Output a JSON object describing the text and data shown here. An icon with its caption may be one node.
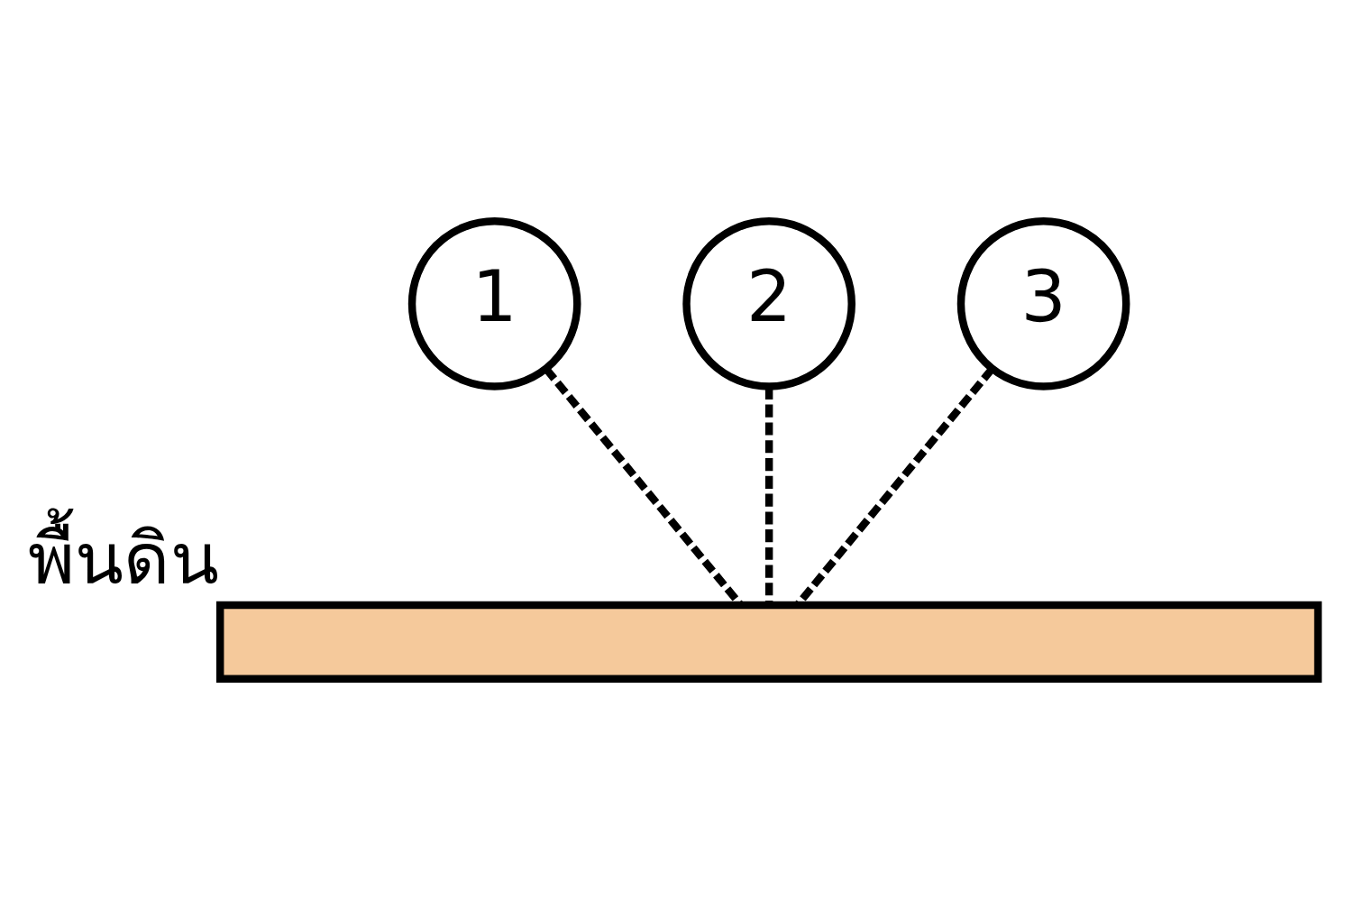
{
  "diagram": {
    "nodes": [
      {
        "text": [
          "1"
        ]
      },
      {
        "text": [
          "2"
        ]
      },
      {
        "text": [
          "3"
        ]
      },
      {
        "text": [],
        "shape": "bar",
        "beside": [
          "พื้นดิน"
        ]
      }
    ],
    "edges": [
      {
        "from": 0,
        "to": 3,
        "arrow": "none",
        "style": "dashed"
      },
      {
        "from": 1,
        "to": 3,
        "arrow": "none",
        "style": "dashed"
      },
      {
        "from": 2,
        "to": 3,
        "arrow": "none",
        "style": "dashed"
      }
    ]
  }
}
